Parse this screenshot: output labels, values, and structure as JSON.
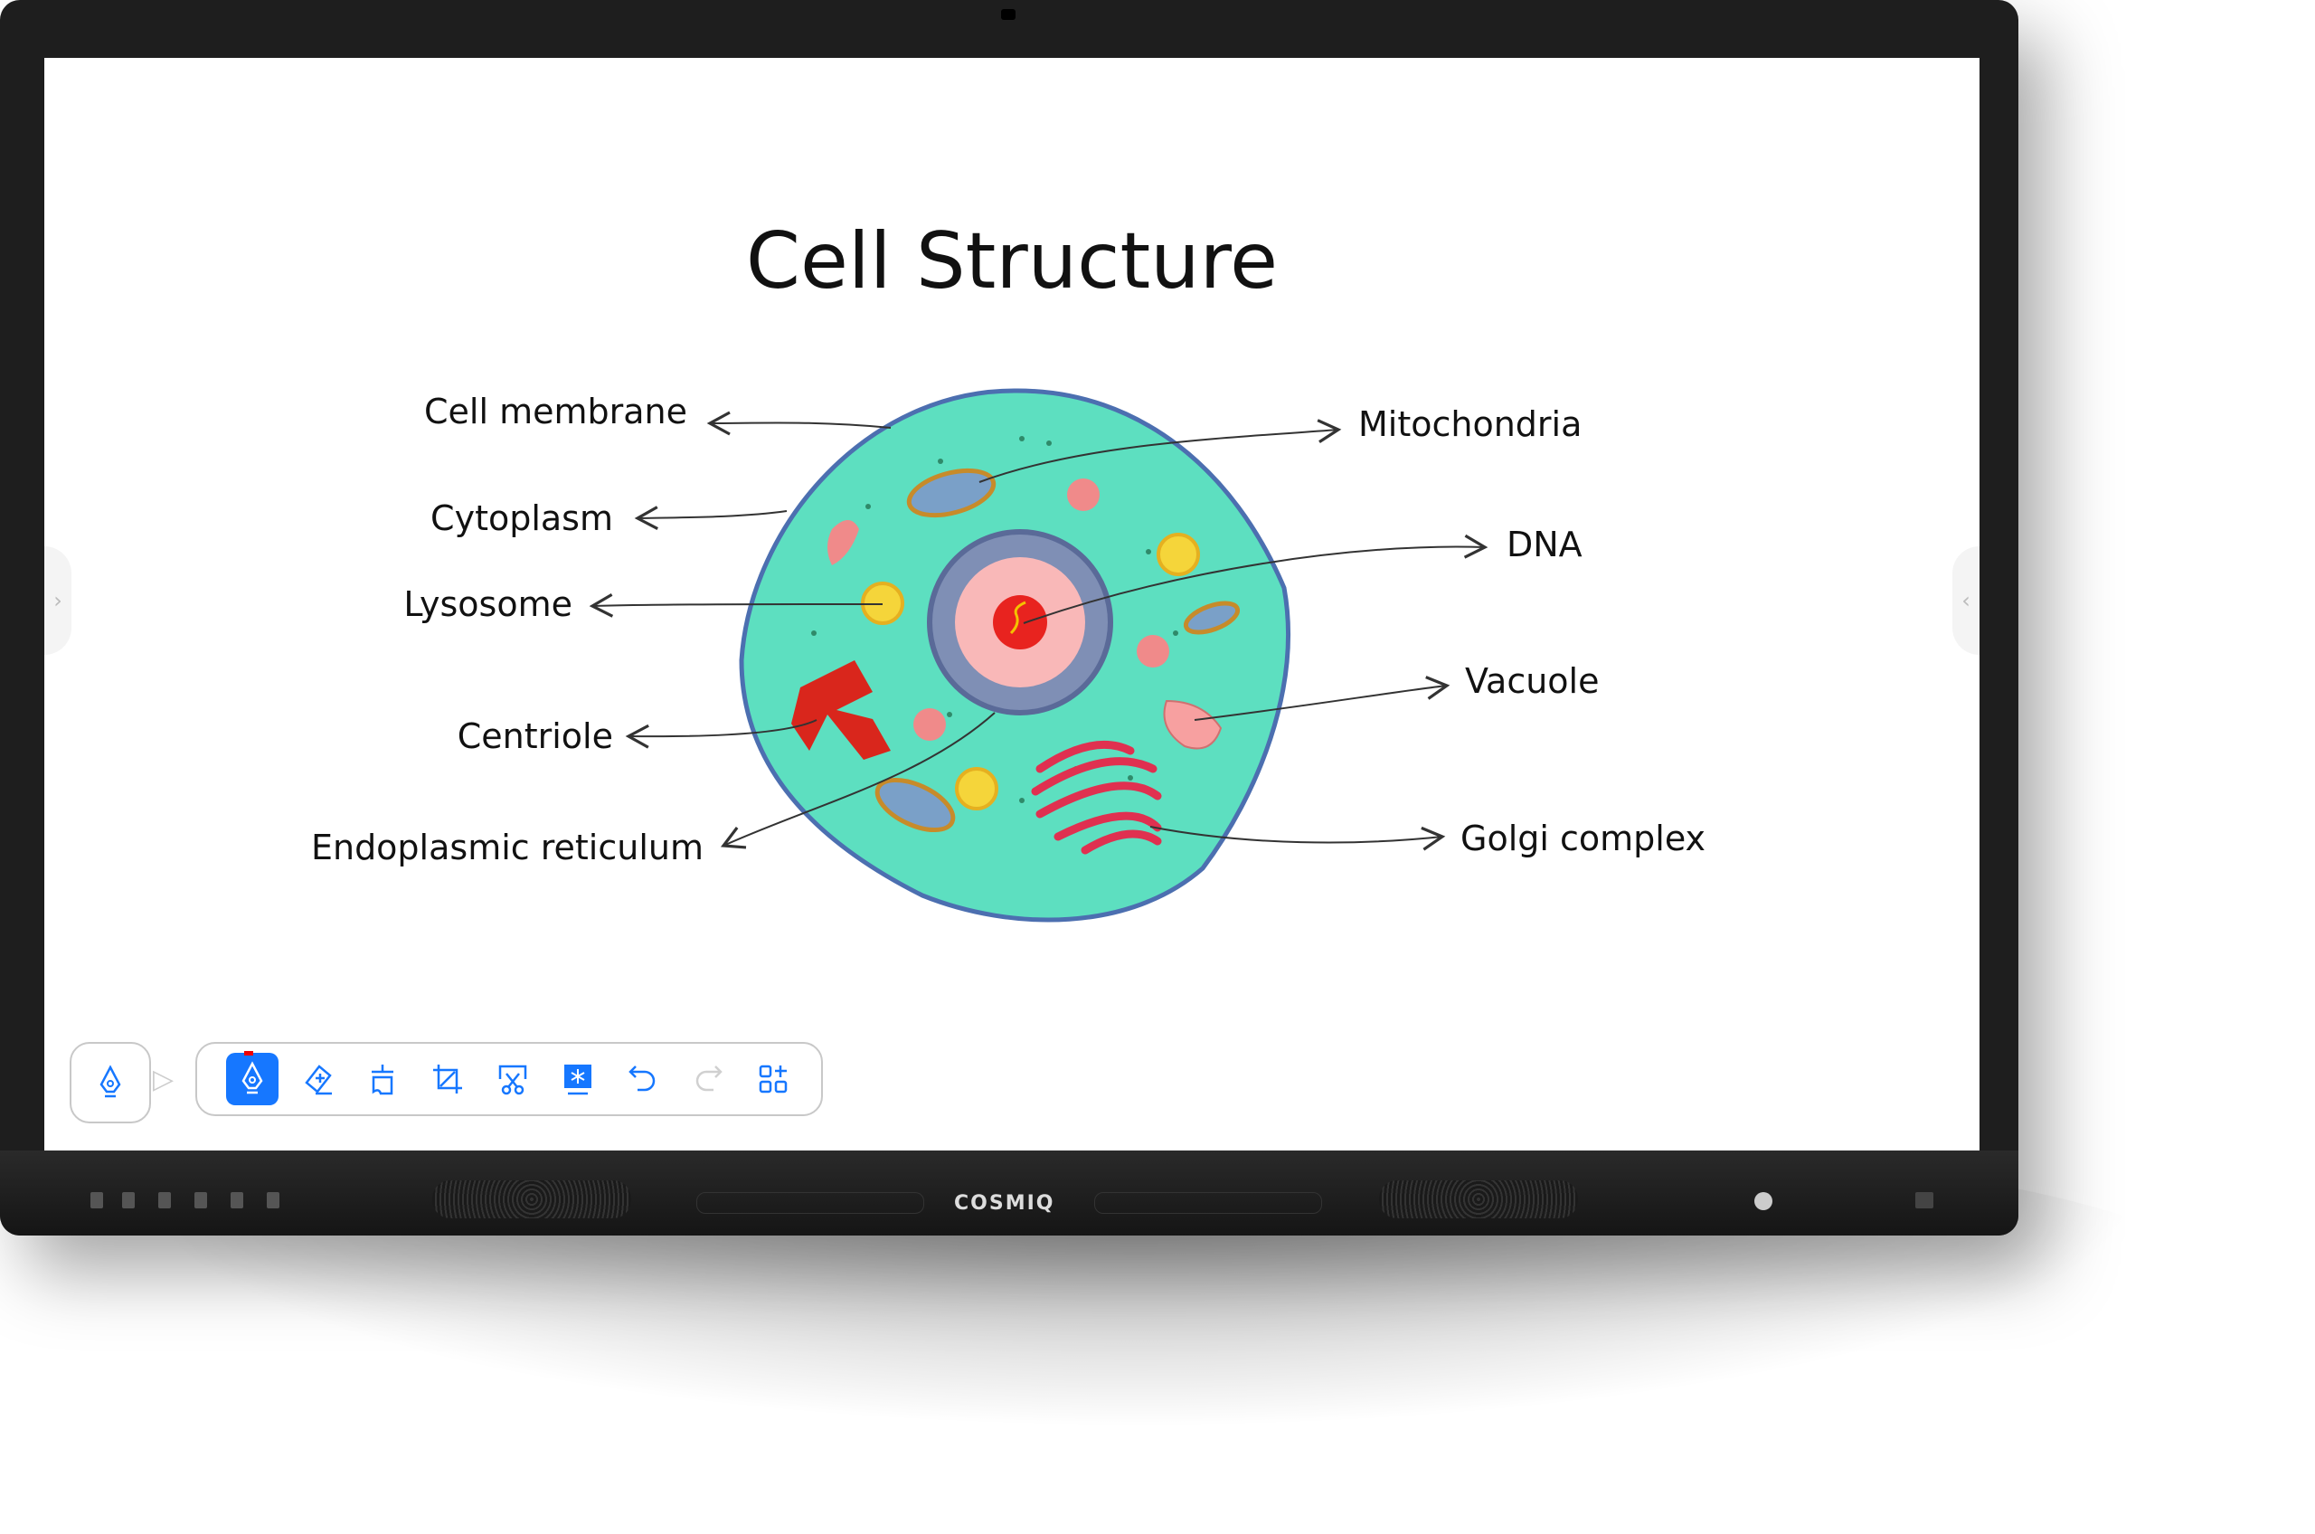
{
  "slide": {
    "title": "Cell Structure",
    "labels": {
      "cell_membrane": "Cell membrane",
      "cytoplasm": "Cytoplasm",
      "lysosome": "Lysosome",
      "centriole": "Centriole",
      "endoplasmic_reticulum": "Endoplasmic reticulum",
      "mitochondria": "Mitochondria",
      "dna": "DNA",
      "vacuole": "Vacuole",
      "golgi_complex": "Golgi complex"
    }
  },
  "toolbar": {
    "tools": [
      "pen-icon",
      "eraser-icon",
      "clear-icon",
      "crop-icon",
      "cut-icon",
      "freeze-icon",
      "undo-icon",
      "redo-icon",
      "more-apps-icon"
    ],
    "active_tool": "pen",
    "accent": "#1677ff",
    "disabled_color": "#d0d0d0"
  },
  "device": {
    "brand": "COSMIQ"
  }
}
